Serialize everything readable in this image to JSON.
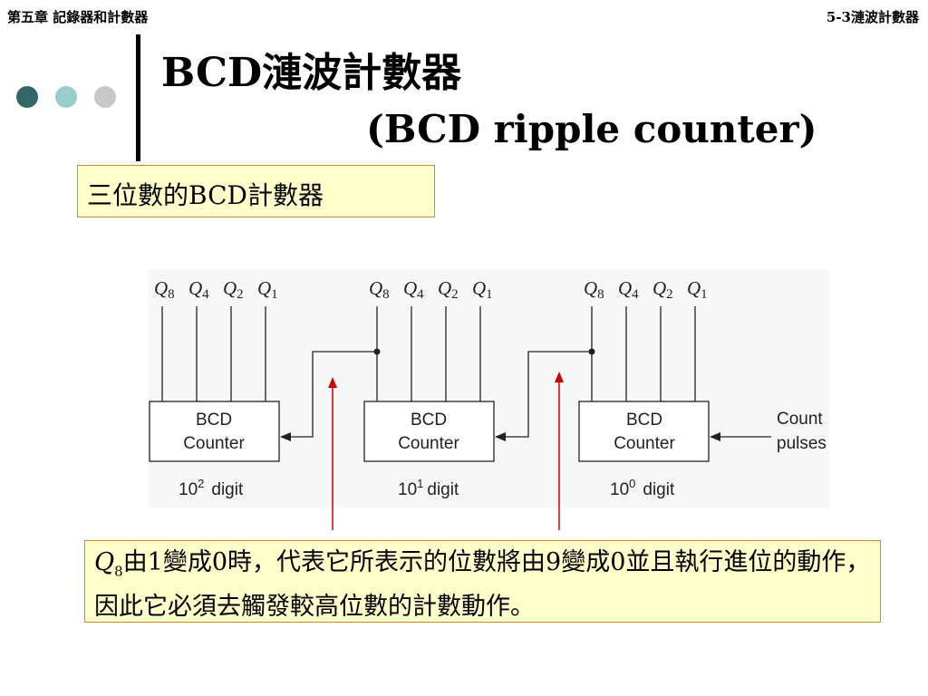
{
  "header": {
    "chapter": "第五章 記錄器和計數器",
    "section": "5-3漣波計數器"
  },
  "title": {
    "main": "BCD漣波計數器",
    "sub": "(BCD ripple counter)"
  },
  "note_top": "三位數的BCD計數器",
  "diagram": {
    "counters": [
      {
        "line1": "BCD",
        "line2": "Counter",
        "digit_base": "10",
        "digit_exp": "2",
        "digit_word": "digit"
      },
      {
        "line1": "BCD",
        "line2": "Counter",
        "digit_base": "10",
        "digit_exp": "1",
        "digit_word": "digit"
      },
      {
        "line1": "BCD",
        "line2": "Counter",
        "digit_base": "10",
        "digit_exp": "0",
        "digit_word": "digit"
      }
    ],
    "outputs": [
      {
        "letter": "Q",
        "sub": "8"
      },
      {
        "letter": "Q",
        "sub": "4"
      },
      {
        "letter": "Q",
        "sub": "2"
      },
      {
        "letter": "Q",
        "sub": "1"
      }
    ],
    "input_label_line1": "Count",
    "input_label_line2": "pulses",
    "arrow_color": "#cc0000"
  },
  "note_bottom": {
    "q_letter": "Q",
    "q_sub": "8",
    "text": "由1變成0時，代表它所表示的位數將由9變成0並且執行進位的動作，因此它必須去觸發較高位數的計數動作。"
  }
}
